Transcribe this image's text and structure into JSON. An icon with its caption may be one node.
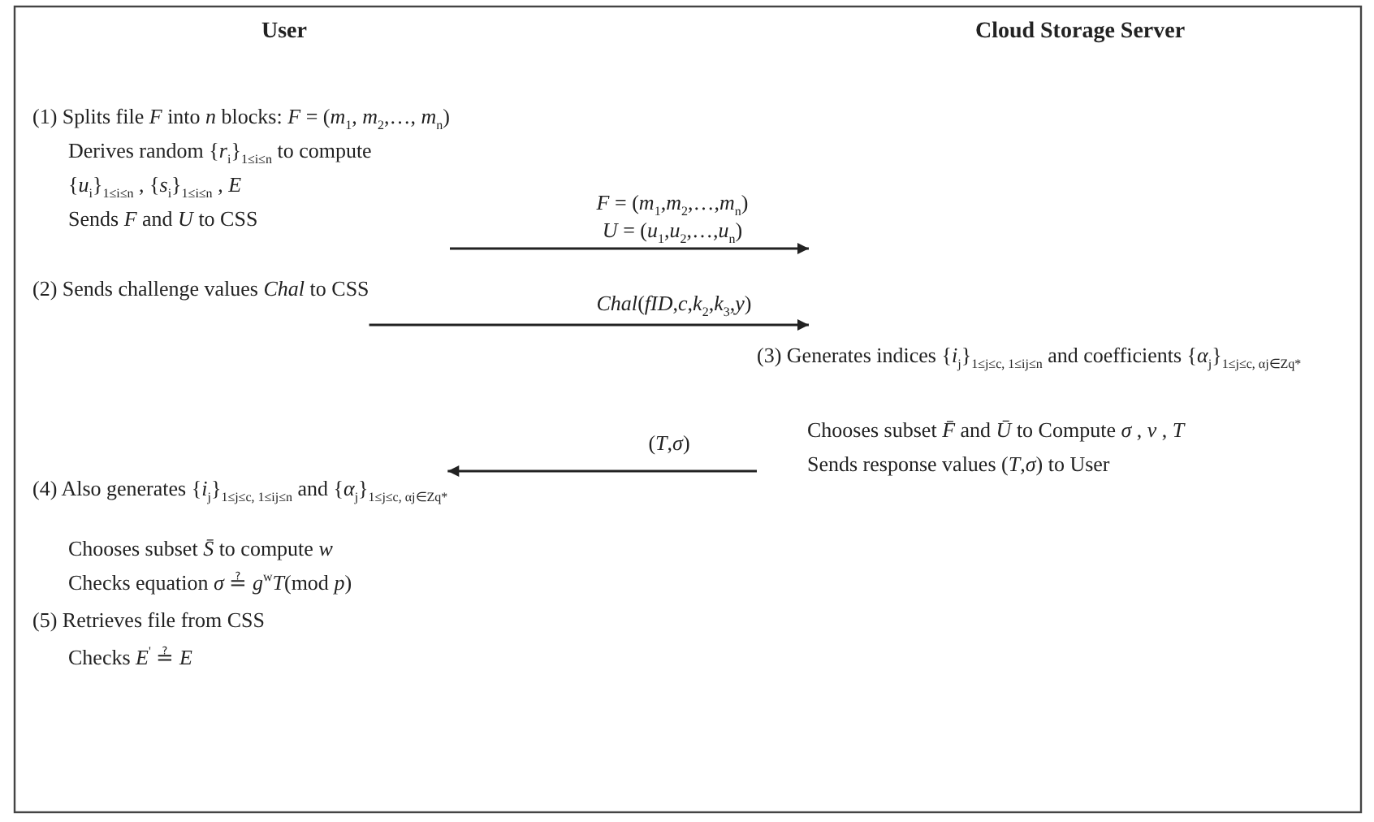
{
  "diagram": {
    "nodes": [
      {
        "text": [
          "(1) Splits file *F* into *n* blocks: *F* = (*m*$_{1}$, *m*$_{2}$,…, *m*$_{n}$)",
          "Derives random {*r*$_{i}$}$_{1≤i≤n}$ to compute",
          "{*u*$_{i}$}$_{1≤i≤n}$ , {*s*$_{i}$}$_{1≤i≤n}$ , *E*",
          "Sends *F* and *U* to CSS"
        ]
      },
      {
        "text": [
          "(2) Sends challenge values *Chal* to CSS"
        ]
      },
      {
        "text": [
          "(3) Generates indices {*i*$_{j}$}$_{1≤j≤c, 1≤ij≤n}$ and coefficients {*α*$_{j}$}$_{1≤j≤c, αj∈Zq*}$",
          "Chooses subset *F̄* and *Ū* to Compute *σ* , *v* , *T*",
          "Sends response values (*T*,*σ*) to User"
        ]
      },
      {
        "text": [
          "(4) Also generates {*i*$_{j}$}$_{1≤j≤c, 1≤ij≤n}$ and {*α*$_{j}$}$_{1≤j≤c, αj∈Zq*}$",
          "Chooses subset *S̄* to compute *w*",
          "Checks equation *σ* ≟ *g*$^{w}$*T*(mod *p*)"
        ]
      },
      {
        "text": [
          "(5) Retrieves file from CSS",
          "Checks *E*$^{'}$ ≟ *E*"
        ]
      }
    ],
    "edges": [
      {
        "from": 0,
        "to": null,
        "arrow": "to",
        "label": "*F* = (*m*$_{1}$,*m*$_{2}$,…,*m*$_{n}$) *U* = (*u*$_{1}$,*u*$_{2}$,…,*u*$_{n}$)"
      },
      {
        "from": 1,
        "to": 2,
        "arrow": "to",
        "label": "*Chal*(*fID*,*c*,*k*$_{2}$,*k*$_{3}$,*y*)"
      },
      {
        "from": 2,
        "to": 3,
        "arrow": "to",
        "label": "(*T*,*σ*)"
      }
    ],
    "labels": [
      "User",
      "Cloud Storage Server"
    ]
  }
}
